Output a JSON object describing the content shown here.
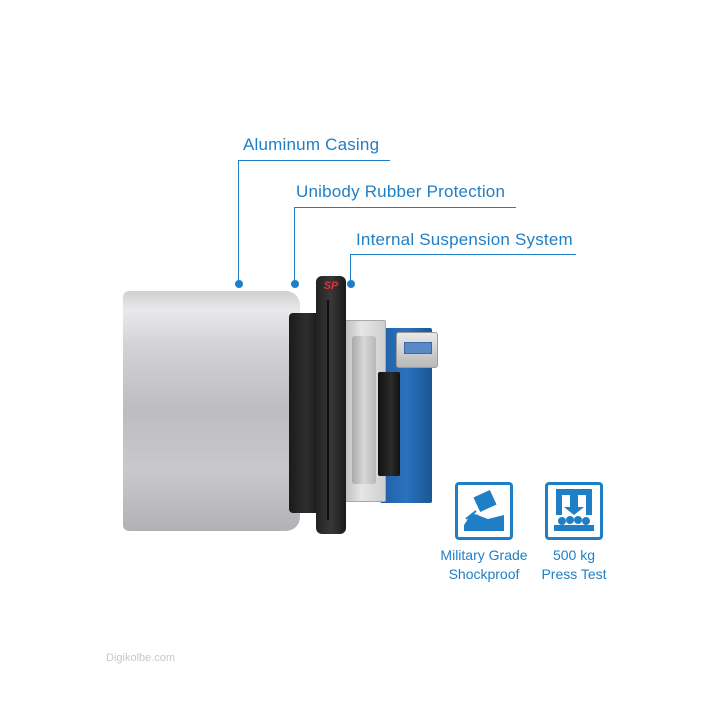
{
  "callouts": {
    "aluminum_casing": "Aluminum Casing",
    "rubber_protection": "Unibody Rubber Protection",
    "suspension_system": "Internal Suspension System"
  },
  "logo_text": "SP",
  "features": [
    {
      "line1": "Military Grade",
      "line2": "Shockproof",
      "icon": "shockproof-icon"
    },
    {
      "line1": "500 kg",
      "line2": "Press Test",
      "icon": "press-test-icon"
    }
  ],
  "watermark": "Digikolbe.com",
  "colors": {
    "accent": "#1f7fc6",
    "rubber": "#222222",
    "pcb": "#2a72bd",
    "logo": "#e63030"
  }
}
